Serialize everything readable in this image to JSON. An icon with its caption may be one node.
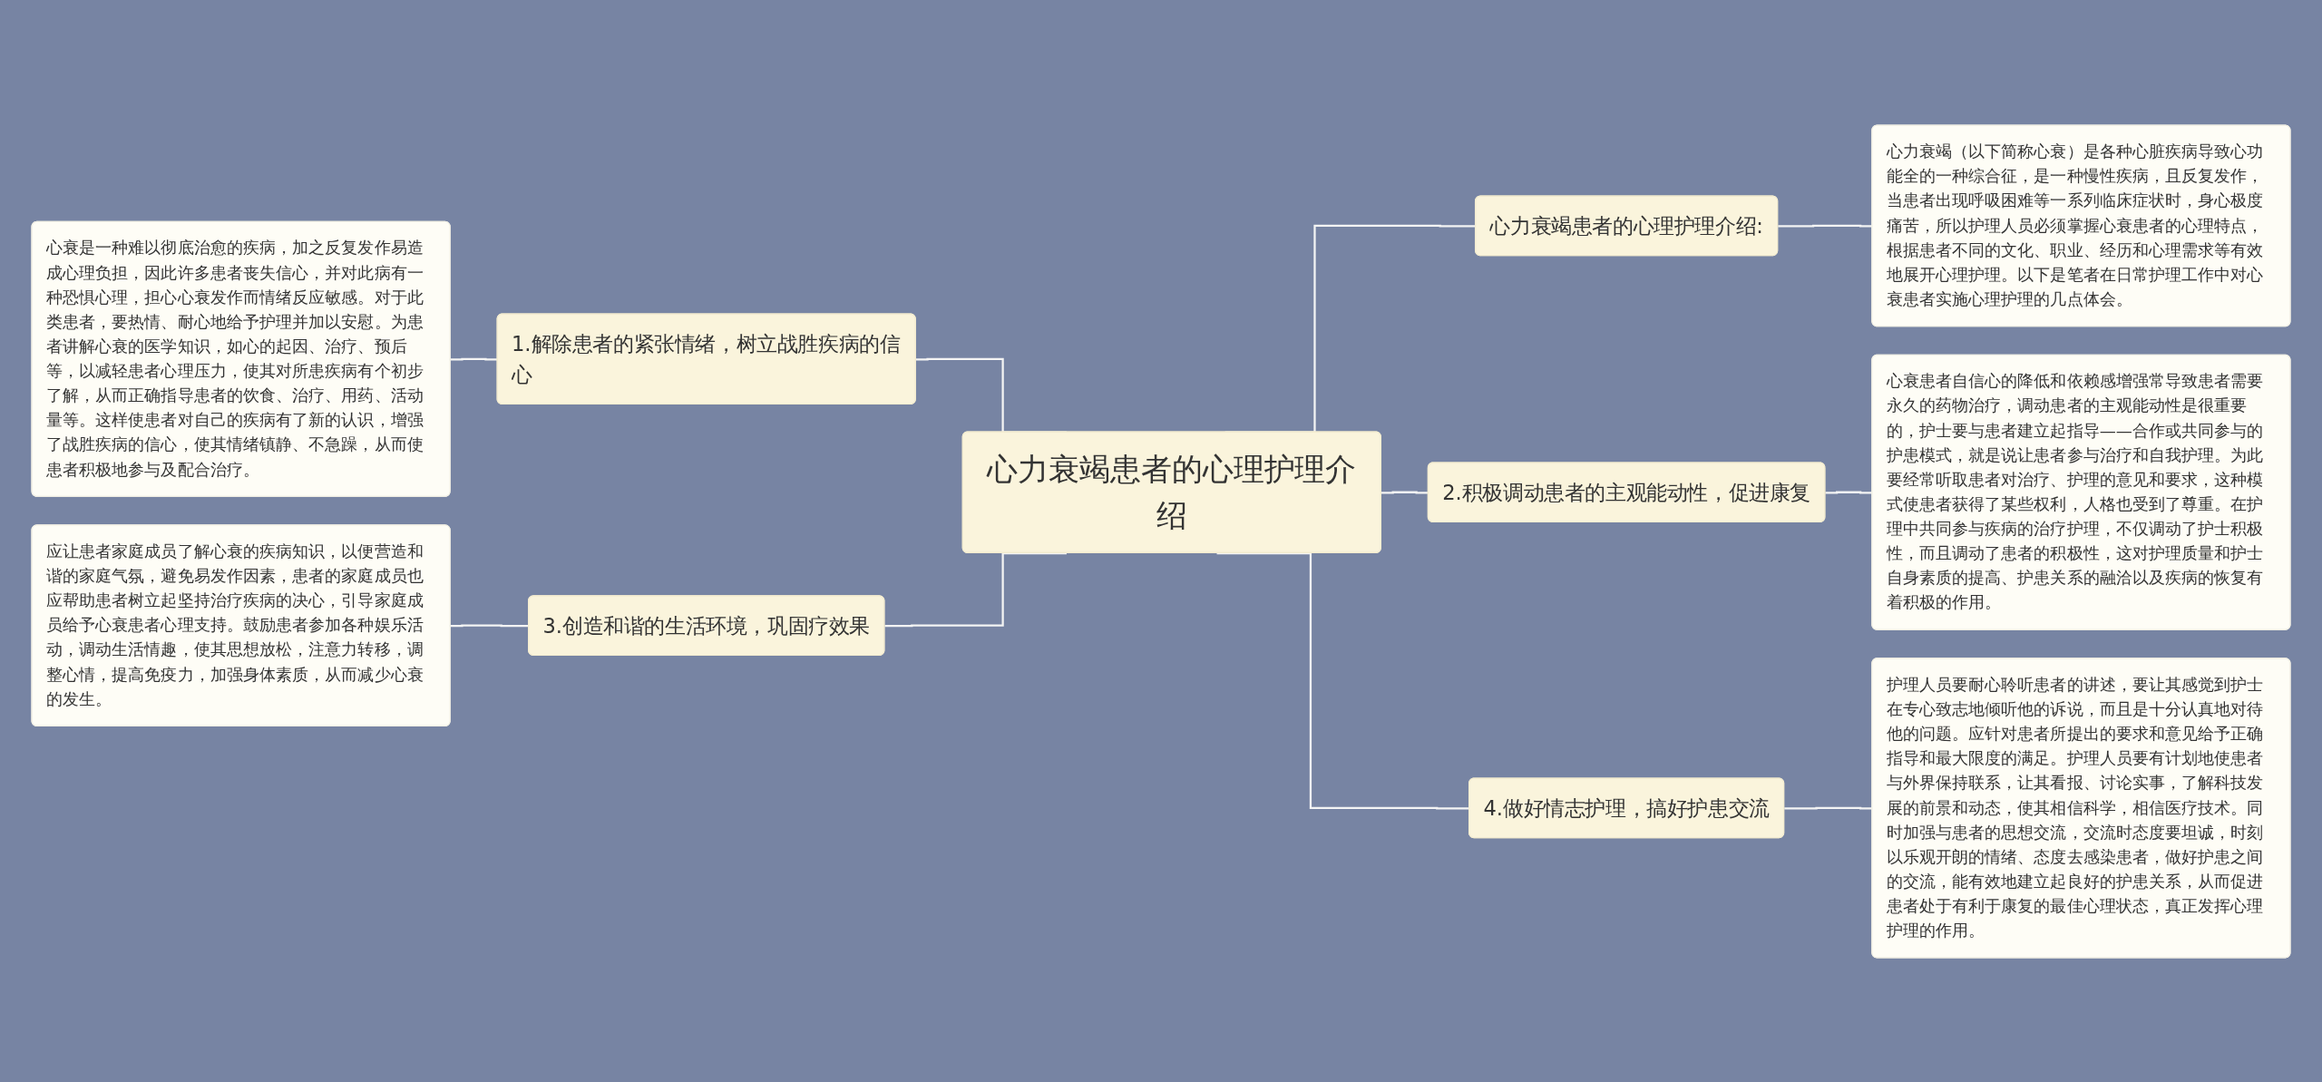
{
  "diagram": {
    "nodes": [
      {
        "text": [
          "心力衰竭患者的心理护理介绍"
        ]
      },
      {
        "text": [
          "1.解除患者的紧张情绪，树立战胜疾病的信心"
        ]
      },
      {
        "text": [
          "心衰是一种难以彻底治愈的疾病，加之反复发作易造成心理负担，因此许多患者丧失信心，并对此病有一种恐惧心理，担心心衰发作而情绪反应敏感。对于此类患者，要热情、耐心地给予护理并加以安慰。为患者讲解心衰的医学知识，如心的起因、治疗、预后等，以减轻患者心理压力，使其对所患疾病有个初步了解，从而正确指导患者的饮食、治疗、用药、活动量等。这样使患者对自己的疾病有了新的认识，增强了战胜疾病的信心，使其情绪镇静、不急躁，从而使患者积极地参与及配合治疗。"
        ]
      },
      {
        "text": [
          "3.创造和谐的生活环境，巩固疗效果"
        ]
      },
      {
        "text": [
          "应让患者家庭成员了解心衰的疾病知识，以便营造和谐的家庭气氛，避免易发作因素，患者的家庭成员也应帮助患者树立起坚持治疗疾病的决心，引导家庭成员给予心衰患者心理支持。鼓励患者参加各种娱乐活动，调动生活情趣，使其思想放松，注意力转移，调整心情，提高免疫力，加强身体素质，从而减少心衰的发生。"
        ]
      },
      {
        "text": [
          "心力衰竭患者的心理护理介绍:"
        ]
      },
      {
        "text": [
          "心力衰竭（以下简称心衰）是各种心脏疾病导致心功能全的一种综合征，是一种慢性疾病，且反复发作，当患者出现呼吸困难等一系列临床症状时，身心极度痛苦，所以护理人员必须掌握心衰患者的心理特点，根据患者不同的文化、职业、经历和心理需求等有效地展开心理护理。以下是笔者在日常护理工作中对心衰患者实施心理护理的几点体会。"
        ]
      },
      {
        "text": [
          "2.积极调动患者的主观能动性，促进康复"
        ]
      },
      {
        "text": [
          "心衰患者自信心的降低和依赖感增强常导致患者需要永久的药物治疗，调动患者的主观能动性是很重要的，护士要与患者建立起指导——合作或共同参与的护患模式，就是说让患者参与治疗和自我护理。为此要经常听取患者对治疗、护理的意见和要求，这种模式使患者获得了某些权利，人格也受到了尊重。在护理中共同参与疾病的治疗护理，不仅调动了护士积极性，而且调动了患者的积极性，这对护理质量和护士自身素质的提高、护患关系的融洽以及疾病的恢复有着积极的作用。"
        ]
      },
      {
        "text": [
          "4.做好情志护理，搞好护患交流"
        ]
      },
      {
        "text": [
          "护理人员要耐心聆听患者的讲述，要让其感觉到护士在专心致志地倾听他的诉说，而且是十分认真地对待他的问题。应针对患者所提出的要求和意见给予正确指导和最大限度的满足。护理人员要有计划地使患者与外界保持联系，让其看报、讨论实事，了解科技发展的前景和动态，使其相信科学，相信医疗技术。同时加强与患者的思想交流，交流时态度要坦诚，时刻以乐观开朗的情绪、态度去感染患者，做好护患之间的交流，能有效地建立起良好的护患关系，从而促进患者处于有利于康复的最佳心理状态，真正发挥心理护理的作用。"
        ]
      }
    ],
    "edges": [
      {
        "from": 2,
        "to": 1,
        "arrow": "none"
      },
      {
        "from": 1,
        "to": 0,
        "arrow": "none"
      },
      {
        "from": 4,
        "to": 3,
        "arrow": "none"
      },
      {
        "from": 3,
        "to": 0,
        "arrow": "none"
      },
      {
        "from": 0,
        "to": 5,
        "arrow": "none"
      },
      {
        "from": 5,
        "to": 6,
        "arrow": "none"
      },
      {
        "from": 0,
        "to": 7,
        "arrow": "none"
      },
      {
        "from": 7,
        "to": 8,
        "arrow": "none"
      },
      {
        "from": 0,
        "to": 9,
        "arrow": "none"
      },
      {
        "from": 9,
        "to": 10,
        "arrow": "none"
      }
    ]
  }
}
